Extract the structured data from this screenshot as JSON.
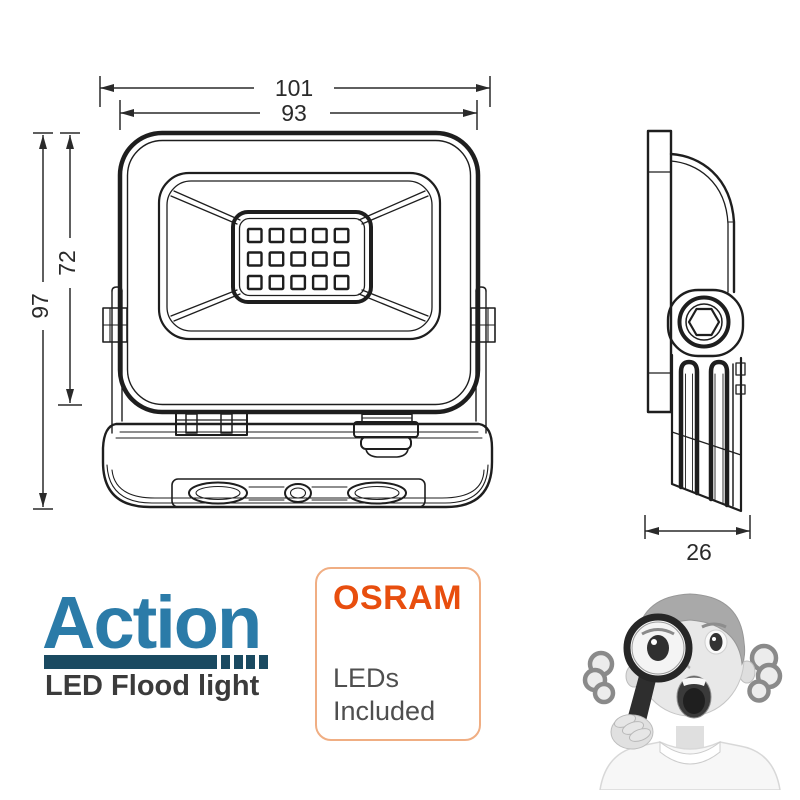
{
  "page": {
    "background": "#ffffff"
  },
  "diagram": {
    "line_color": "#1e1e1e",
    "dim_color": "#2a2a2a",
    "dimensions": {
      "overall_width": "101",
      "front_width": "93",
      "front_height": "72",
      "overall_height": "97",
      "side_depth": "26"
    }
  },
  "branding": {
    "action": {
      "name": "Action",
      "tagline": "LED Flood light",
      "name_color": "#2b7ba8",
      "bar_color": "#1a4a61",
      "tagline_color": "#3b3b3b"
    },
    "osram": {
      "brand": "OSRAM",
      "line1": "LEDs",
      "line2": "Included",
      "brand_color": "#e84e0e",
      "border_color": "#f0ae83",
      "text_color": "#4f4f4f"
    }
  },
  "figures": {
    "photo_label": "girl-with-magnifying-glass"
  }
}
